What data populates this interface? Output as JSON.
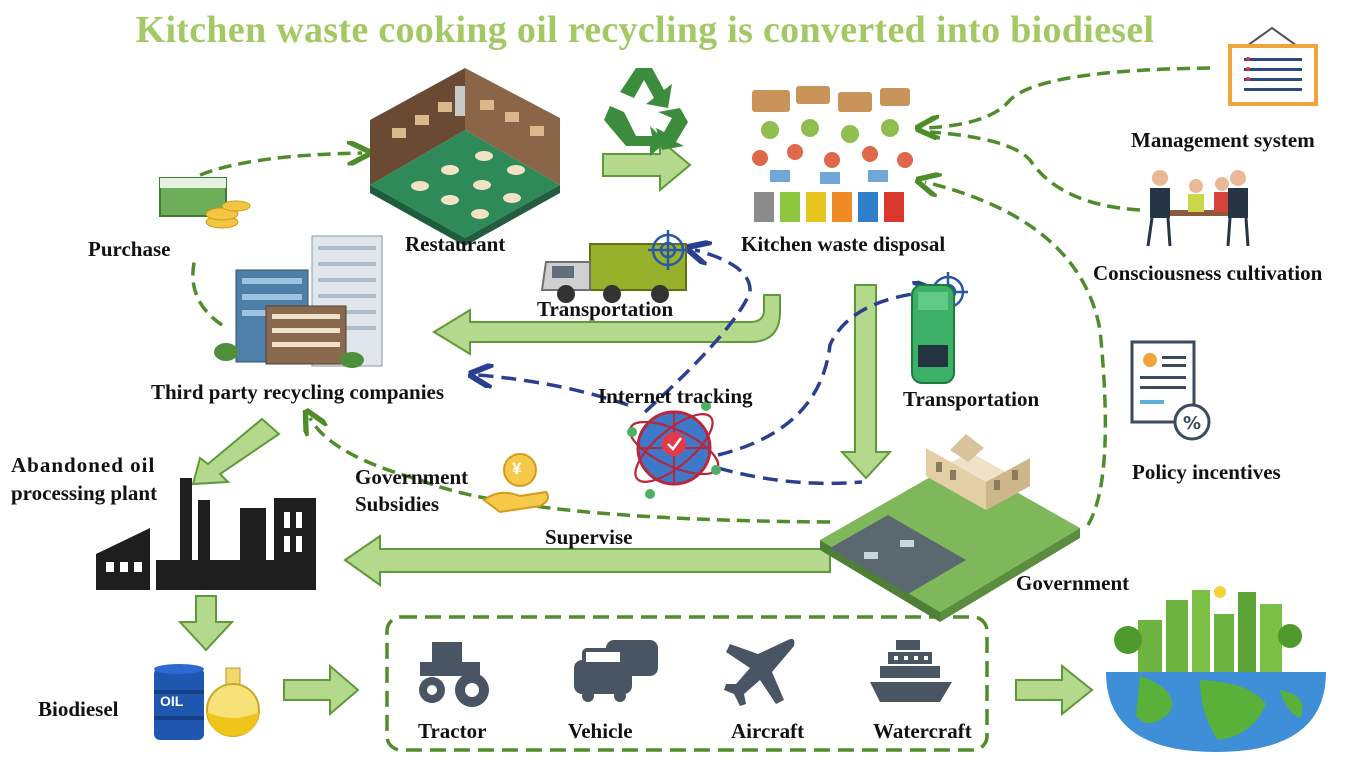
{
  "title": "Kitchen waste cooking oil recycling is converted into biodiesel",
  "nodes": {
    "restaurant": "Restaurant",
    "kitchen_waste_disposal": "Kitchen waste disposal",
    "management_system": "Management system",
    "consciousness_cultivation": "Consciousness cultivation",
    "policy_incentives": "Policy incentives",
    "purchase": "Purchase",
    "third_party": "Third party recycling companies",
    "transportation_truck": "Transportation",
    "internet_tracking": "Internet tracking",
    "transportation_car": "Transportation",
    "government": "Government",
    "government_subsidies_line1": "Government",
    "government_subsidies_line2": "Subsidies",
    "supervise": "Supervise",
    "abandoned_line1": "Abandoned oil",
    "abandoned_line2": "processing plant",
    "biodiesel": "Biodiesel",
    "oil_barrel_text": "OIL",
    "yen_symbol": "¥"
  },
  "uses": {
    "tractor": "Tractor",
    "vehicle": "Vehicle",
    "aircraft": "Aircraft",
    "watercraft": "Watercraft"
  },
  "colors": {
    "title": "#a3c964",
    "arrow_fill": "#b5d98c",
    "arrow_stroke": "#5f9a3a",
    "dashed_green": "#4e8d2a",
    "dashed_blue": "#2a3f8f",
    "icon_dark": "#4a5564"
  }
}
